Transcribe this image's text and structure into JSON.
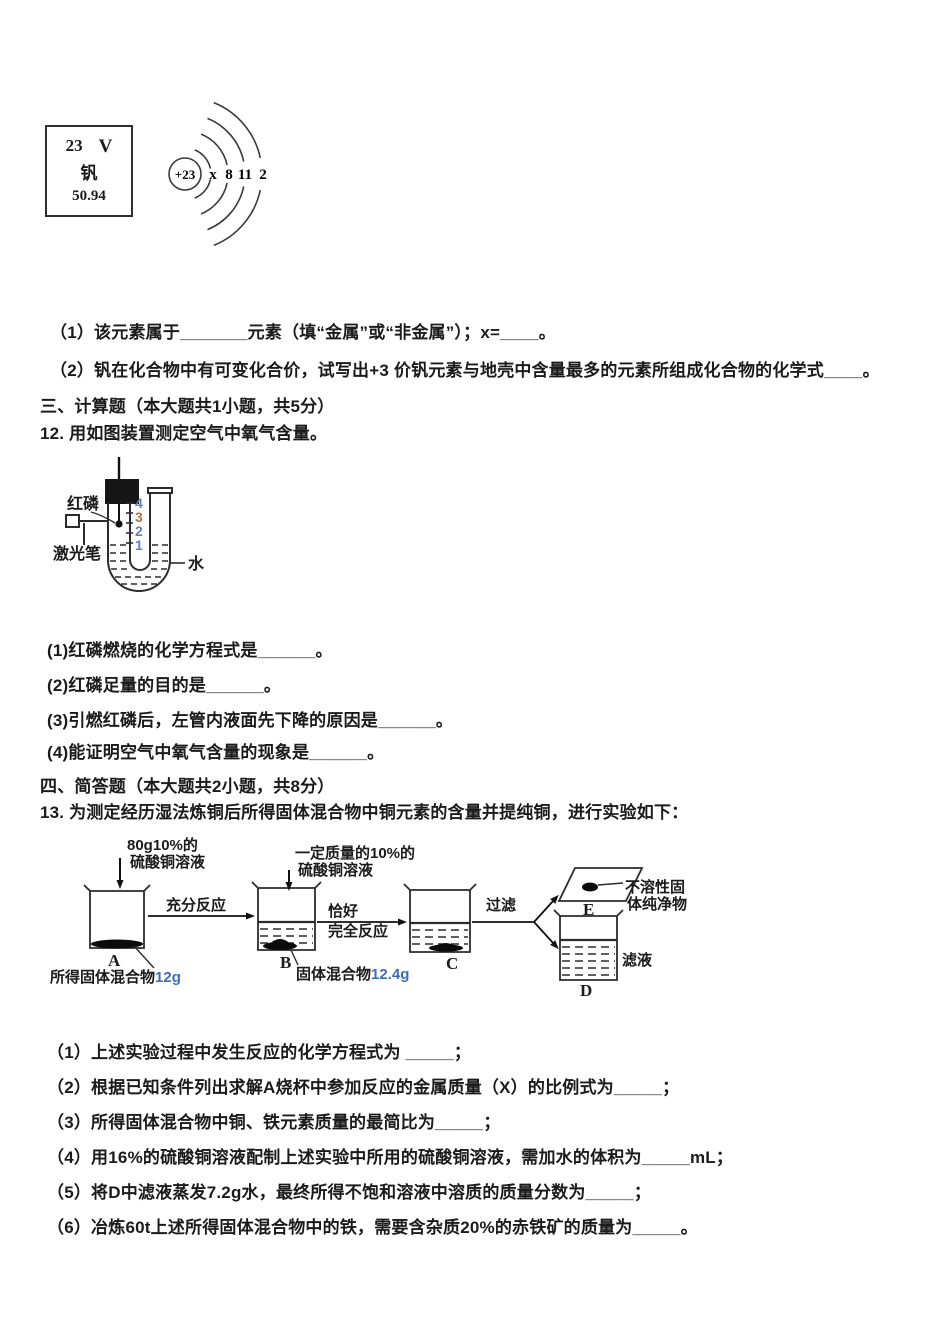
{
  "element_card": {
    "atomic_number": "23",
    "symbol": "V",
    "name": "钒",
    "atomic_mass": "50.94"
  },
  "atom_diagram": {
    "nucleus": "+23",
    "shells": [
      "x",
      "8",
      "11",
      "2"
    ]
  },
  "question_11": {
    "part_1": "（1）该元素属于_______元素（填“金属”或“非金属”）；x=____。",
    "part_2": "（2）钒在化合物中有可变化合价，试写出+3 价钒元素与地壳中含量最多的元素所组成化合物的化学式____。"
  },
  "section_3_heading": "三、计算题（本大题共1小题，共5分）",
  "question_12": {
    "stem": "12. 用如图装置测定空气中氧气含量。",
    "diagram": {
      "red_phosphorus_label": "红磷",
      "laser_pen_label": "激光笔",
      "water_label": "水",
      "scale_marks": [
        {
          "label": "4",
          "color": "#5b82c2"
        },
        {
          "label": "3",
          "color": "#b5713f"
        },
        {
          "label": "2",
          "color": "#5b82c2"
        },
        {
          "label": "1",
          "color": "#5b82c2"
        }
      ]
    },
    "parts": [
      "(1)红磷燃烧的化学方程式是______。",
      "(2)红磷足量的目的是______。",
      "(3)引燃红磷后，左管内液面先下降的原因是______。",
      "(4)能证明空气中氧气含量的现象是______。"
    ]
  },
  "section_4_heading": "四、简答题（本大题共2小题，共8分）",
  "question_13": {
    "stem": "13. 为测定经历湿法炼铜后所得固体混合物中铜元素的含量并提纯铜，进行实验如下：",
    "diagram": {
      "input_a": [
        "80g10%的",
        "硫酸铜溶液"
      ],
      "step_ab": "充分反应",
      "input_b": [
        "一定质量的10%的",
        "硫酸铜溶液"
      ],
      "step_bc": [
        "恰好",
        "完全反应"
      ],
      "step_cd": "过滤",
      "beaker_a_label": "A",
      "beaker_b_label": "B",
      "beaker_c_label": "C",
      "beaker_d_label": "D",
      "filter_label": "E",
      "solid_a_text": "所得固体混合物",
      "solid_a_mass": "12g",
      "solid_b_text": "固体混合物",
      "solid_b_mass": "12.4g",
      "residue_note": [
        "不溶性固",
        "体纯净物"
      ],
      "filtrate_label": "滤液",
      "mass_color": "#3f6db5"
    },
    "parts": [
      "（1）上述实验过程中发生反应的化学方程式为 _____；",
      "（2）根据已知条件列出求解A烧杯中参加反应的金属质量（X）的比例式为_____；",
      "（3）所得固体混合物中铜、铁元素质量的最简比为_____；",
      "（4）用16%的硫酸铜溶液配制上述实验中所用的硫酸铜溶液，需加水的体积为_____mL；",
      "（5）将D中滤液蒸发7.2g水，最终所得不饱和溶液中溶质的质量分数为_____；",
      "（6）冶炼60t上述所得固体混合物中的铁，需要含杂质20%的赤铁矿的质量为_____。"
    ]
  }
}
